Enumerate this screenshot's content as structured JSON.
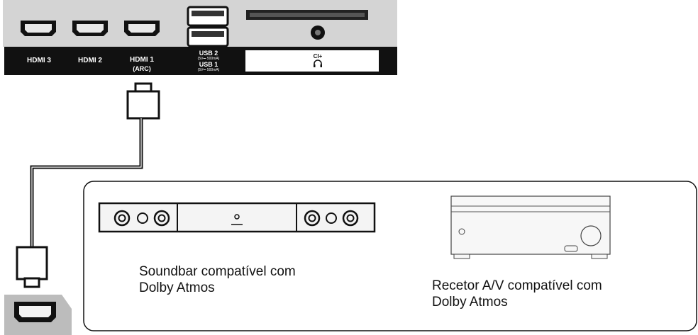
{
  "panel": {
    "hdmi3": "HDMI 3",
    "hdmi2": "HDMI 2",
    "hdmi1": "HDMI 1",
    "hdmi1_sub": "(ARC)",
    "usb2": "USB 2",
    "usb2_sub": "(5V⎓ 500mA)",
    "usb1": "USB 1",
    "usb1_sub": "(5V⎓ 500mA)",
    "ci": "CI+",
    "headphone_icon": "headphone-icon"
  },
  "devices": {
    "soundbar": {
      "line1": "Soundbar compatível com",
      "line2": "Dolby Atmos"
    },
    "receiver": {
      "line1": "Recetor A/V compatível com",
      "line2": "Dolby Atmos"
    }
  },
  "colors": {
    "panel_gray": "#d4d4d4",
    "panel_dark": "#111111",
    "line": "#111111",
    "connector_gray": "#bcbcbc"
  }
}
